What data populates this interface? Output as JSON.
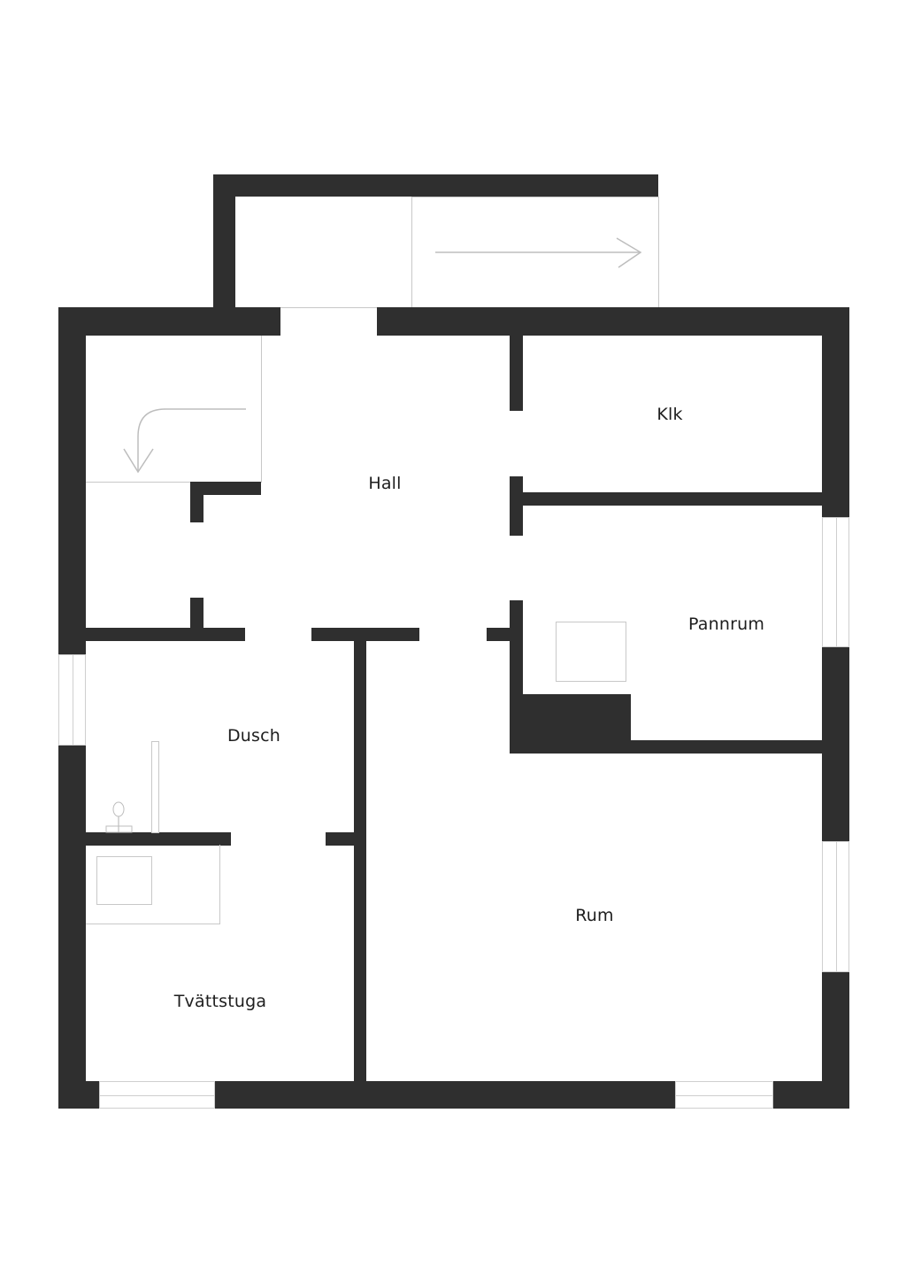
{
  "floorplan": {
    "wall_color": "#2f2f2f",
    "line_color": "#c8c8c8",
    "rooms": [
      {
        "id": "hall",
        "label": "Hall"
      },
      {
        "id": "klk",
        "label": "Klk"
      },
      {
        "id": "pannrum",
        "label": "Pannrum"
      },
      {
        "id": "dusch",
        "label": "Dusch"
      },
      {
        "id": "rum",
        "label": "Rum"
      },
      {
        "id": "tvattstuga",
        "label": "Tvättstuga"
      }
    ]
  }
}
